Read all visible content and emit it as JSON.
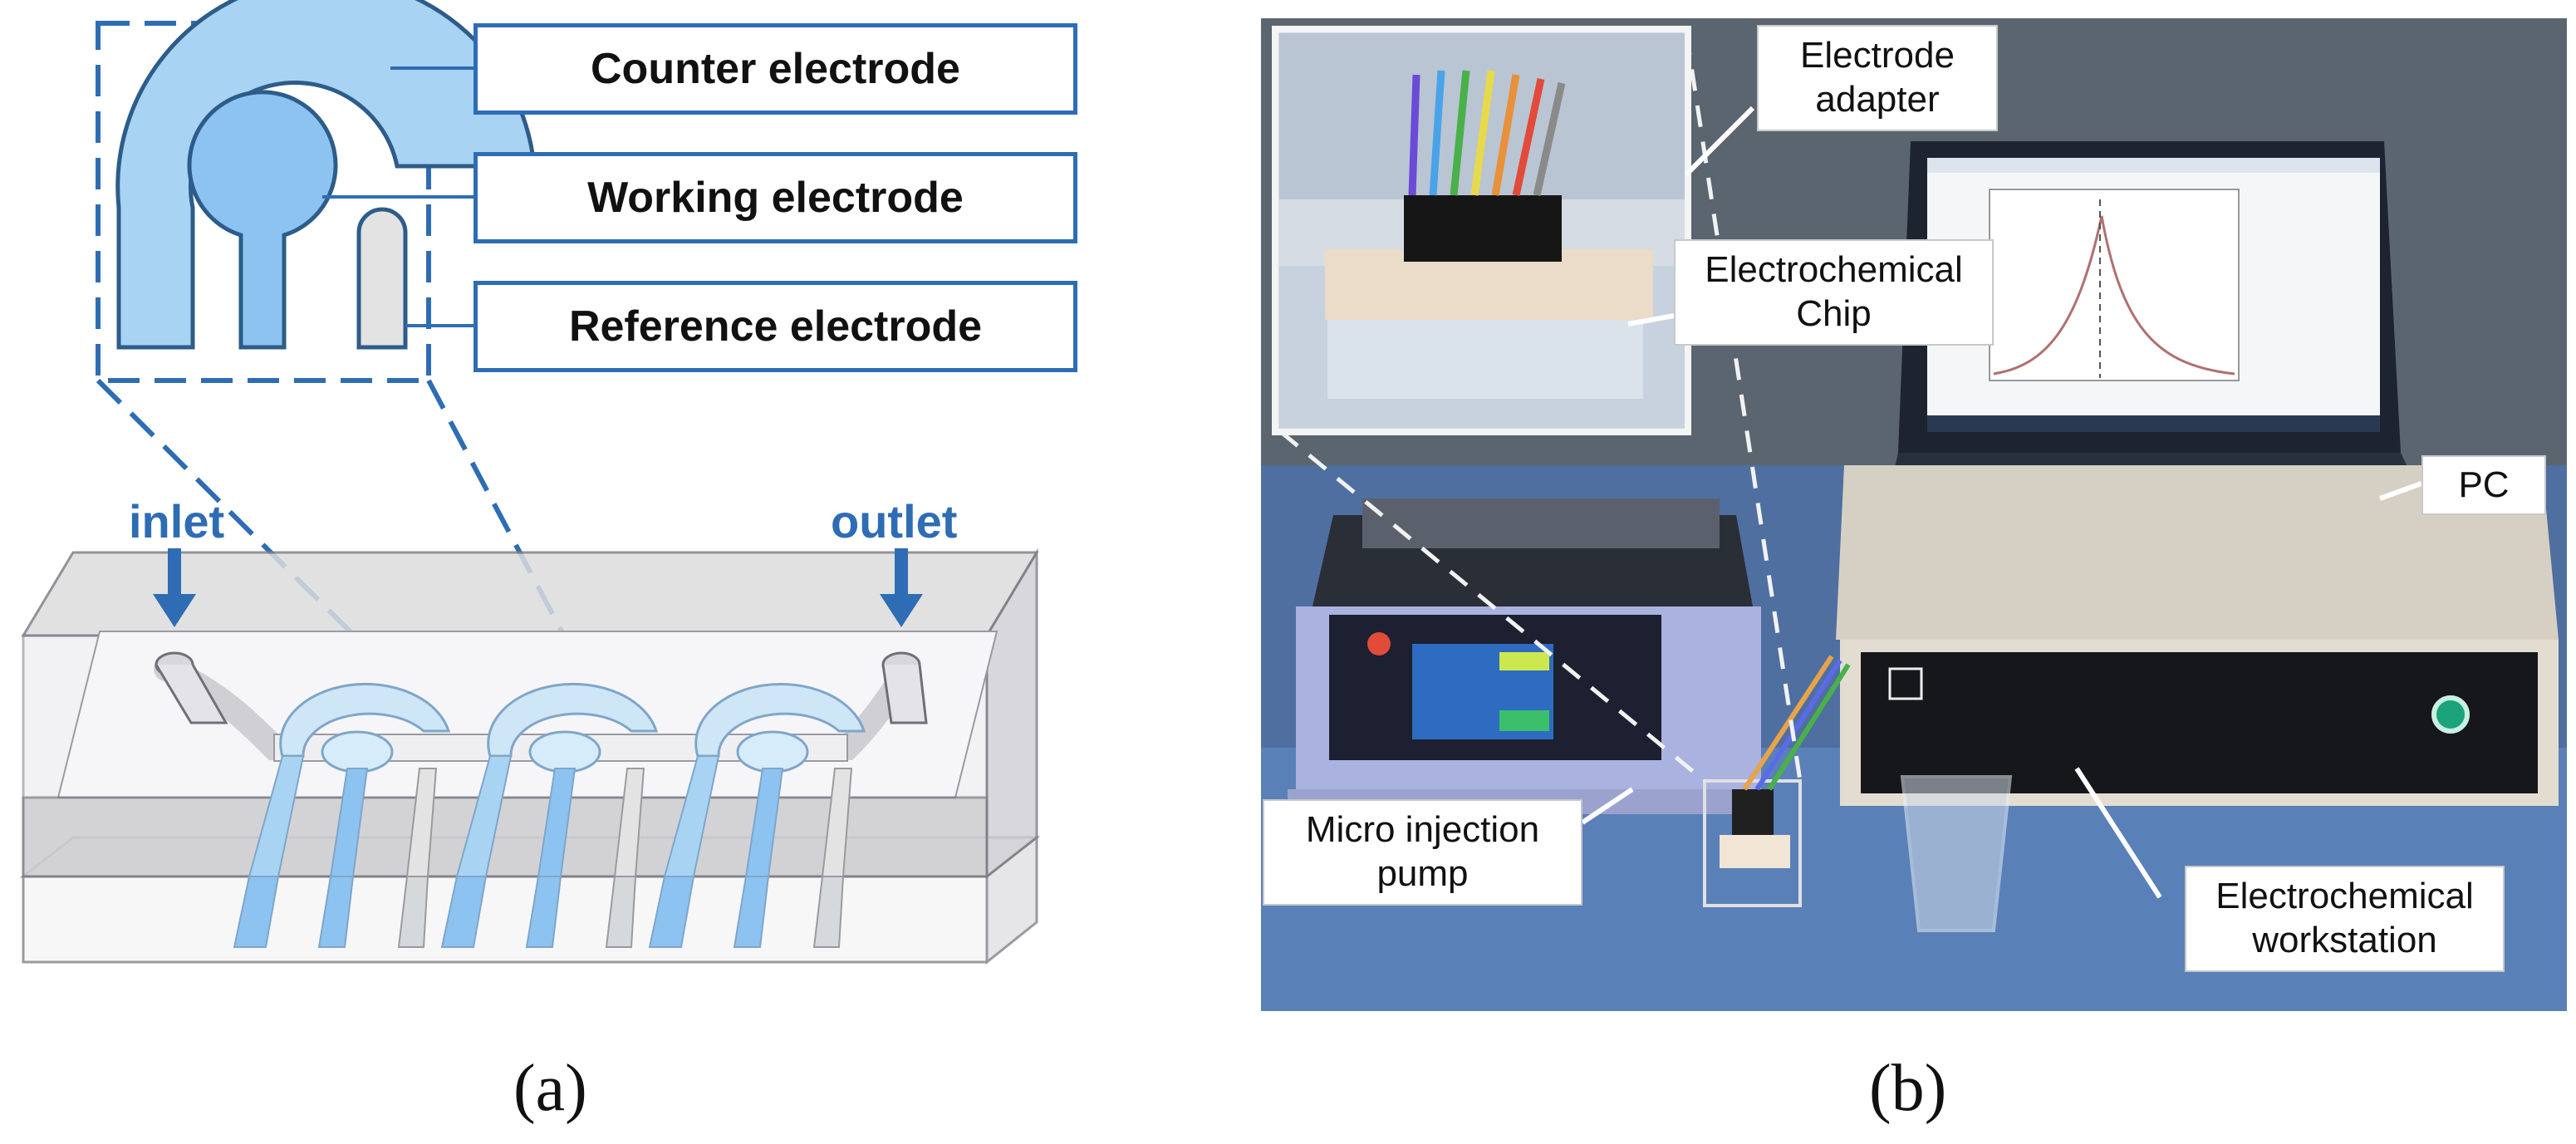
{
  "panel_a": {
    "labels": {
      "counter": "Counter electrode",
      "working": "Working electrode",
      "reference": "Reference electrode"
    },
    "inlet": "inlet",
    "outlet": "outlet",
    "caption": "(a)"
  },
  "panel_b": {
    "labels": {
      "adapter": "Electrode\nadapter",
      "chip": "Electrochemical\nChip",
      "pc": "PC",
      "pump": "Micro injection\npump",
      "workstation": "Electrochemical\nworkstation"
    },
    "caption": "(b)"
  },
  "colors": {
    "accent_blue": "#2e6db4",
    "electrode_light_blue": "#a8d3f2",
    "electrode_blue": "#8cc3f0",
    "reference_gray": "#e3e3e3"
  }
}
